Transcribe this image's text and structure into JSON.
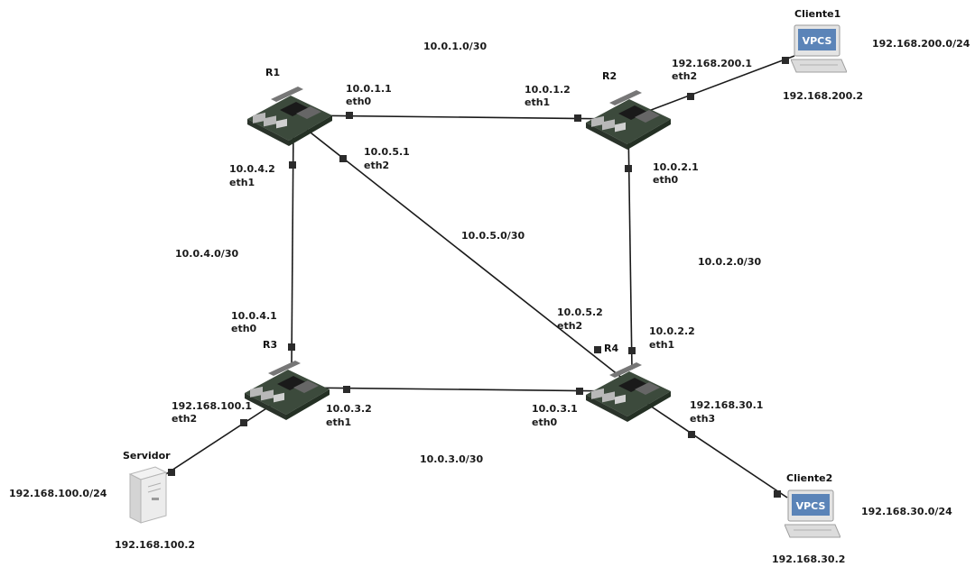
{
  "nodes": {
    "r1": {
      "name": "R1"
    },
    "r2": {
      "name": "R2"
    },
    "r3": {
      "name": "R3"
    },
    "r4": {
      "name": "R4"
    },
    "cliente1": {
      "name": "Cliente1",
      "badge": "VPCS"
    },
    "cliente2": {
      "name": "Cliente2",
      "badge": "VPCS"
    },
    "servidor": {
      "name": "Servidor"
    }
  },
  "networks": {
    "n_10_0_1": "10.0.1.0/30",
    "n_10_0_2": "10.0.2.0/30",
    "n_10_0_3": "10.0.3.0/30",
    "n_10_0_4": "10.0.4.0/30",
    "n_10_0_5": "10.0.5.0/30",
    "n_200": "192.168.200.0/24",
    "n_100": "192.168.100.0/24",
    "n_30": "192.168.30.0/24"
  },
  "interfaces": {
    "r1_eth0": {
      "ip": "10.0.1.1",
      "iface": "eth0"
    },
    "r1_eth1": {
      "ip": "10.0.4.2",
      "iface": "eth1"
    },
    "r1_eth2": {
      "ip": "10.0.5.1",
      "iface": "eth2"
    },
    "r2_eth1": {
      "ip": "10.0.1.2",
      "iface": "eth1"
    },
    "r2_eth0": {
      "ip": "10.0.2.1",
      "iface": "eth0"
    },
    "r2_eth2": {
      "ip": "192.168.200.1",
      "iface": "eth2"
    },
    "r3_eth0": {
      "ip": "10.0.4.1",
      "iface": "eth0"
    },
    "r3_eth1": {
      "ip": "10.0.3.2",
      "iface": "eth1"
    },
    "r3_eth2": {
      "ip": "192.168.100.1",
      "iface": "eth2"
    },
    "r4_eth0": {
      "ip": "10.0.3.1",
      "iface": "eth0"
    },
    "r4_eth1": {
      "ip": "10.0.2.2",
      "iface": "eth1"
    },
    "r4_eth2": {
      "ip": "10.0.5.2",
      "iface": "eth2"
    },
    "r4_eth3": {
      "ip": "192.168.30.1",
      "iface": "eth3"
    }
  },
  "hosts": {
    "cliente1_ip": "192.168.200.2",
    "cliente2_ip": "192.168.30.2",
    "servidor_ip": "192.168.100.2"
  },
  "colors": {
    "link": "#1a1a1a",
    "board_green": "#3c4a3c",
    "board_dark": "#2a332a",
    "port_silver": "#b8b8b8",
    "vpcs_blue": "#5b84b8"
  }
}
